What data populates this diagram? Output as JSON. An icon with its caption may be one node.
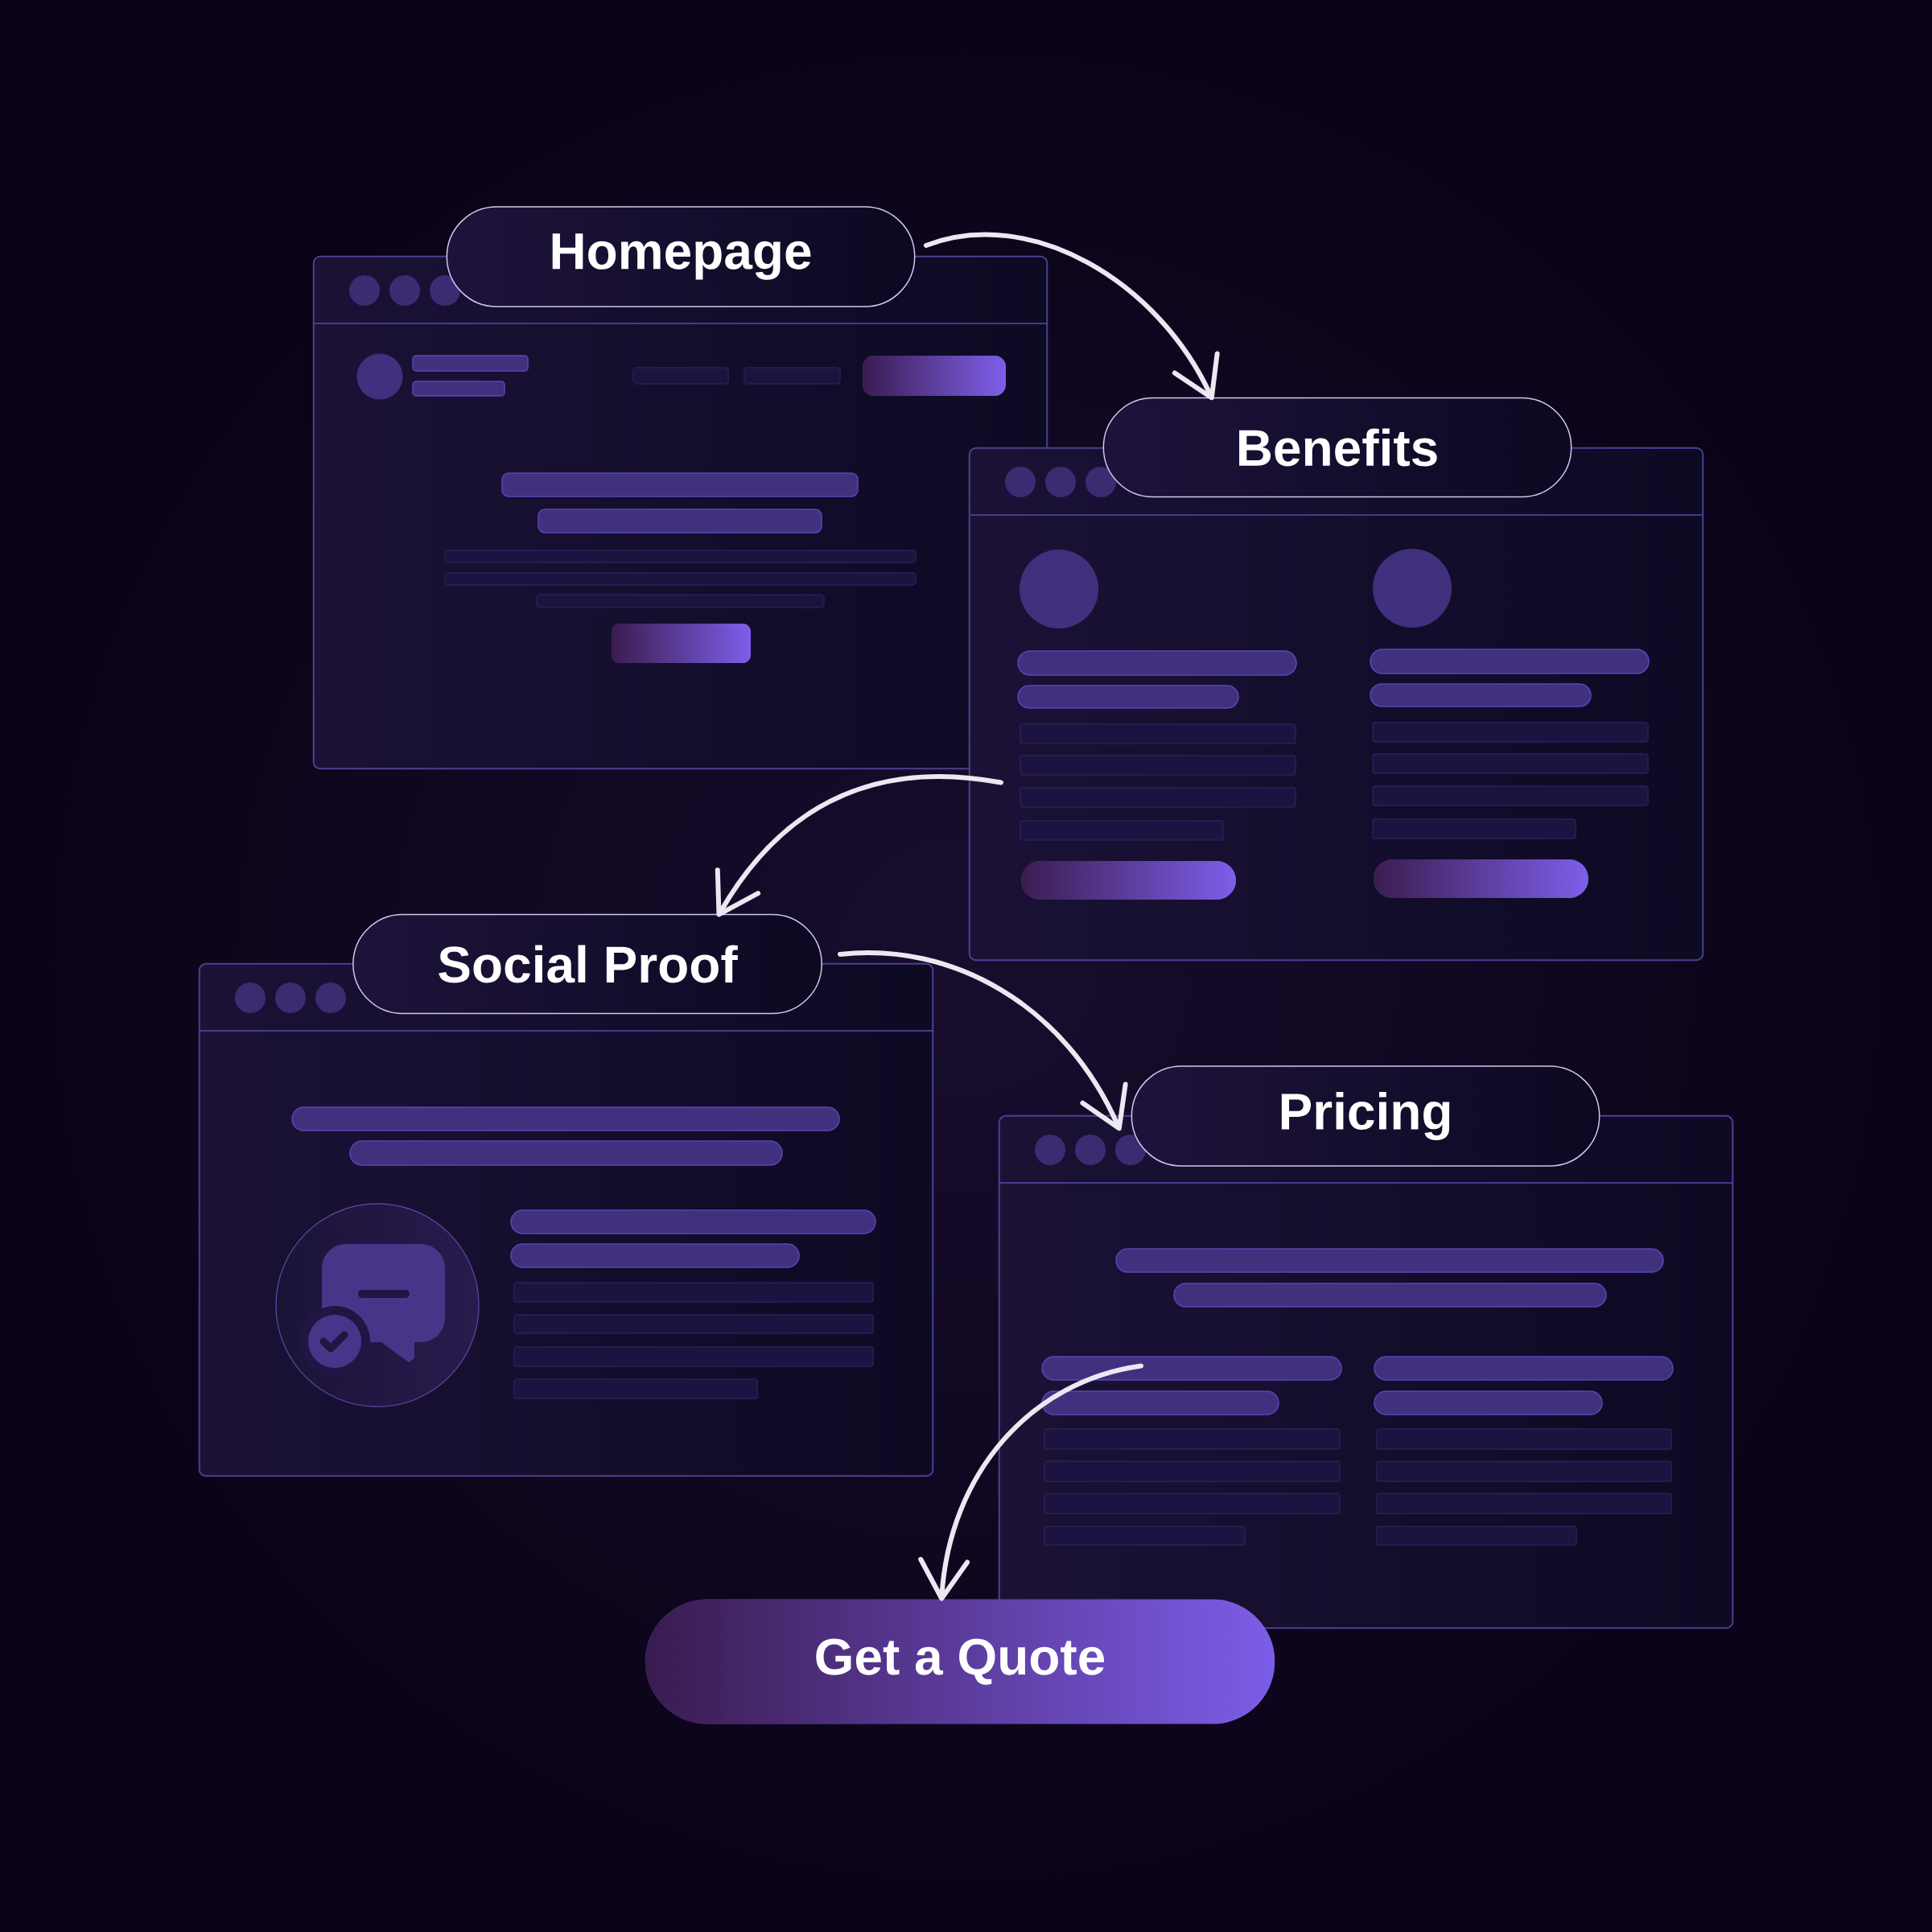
{
  "diagram": {
    "nodes": [
      {
        "text": [
          "Homepage"
        ]
      },
      {
        "text": [],
        "shape": "box"
      },
      {
        "text": [
          "Benefits"
        ]
      },
      {
        "text": [],
        "shape": "box"
      },
      {
        "text": [
          "Social Proof"
        ]
      },
      {
        "text": [],
        "shape": "box"
      },
      {
        "text": [
          "Pricing"
        ]
      },
      {
        "text": [],
        "shape": "box"
      },
      {
        "text": [
          "Get a Quote"
        ]
      }
    ],
    "edges": [
      {
        "from": 0,
        "to": 2,
        "arrow": "to"
      },
      {
        "from": 3,
        "to": 4,
        "arrow": "to"
      },
      {
        "from": 4,
        "to": 6,
        "arrow": "to"
      },
      {
        "from": 7,
        "to": 8,
        "arrow": "to"
      }
    ]
  }
}
